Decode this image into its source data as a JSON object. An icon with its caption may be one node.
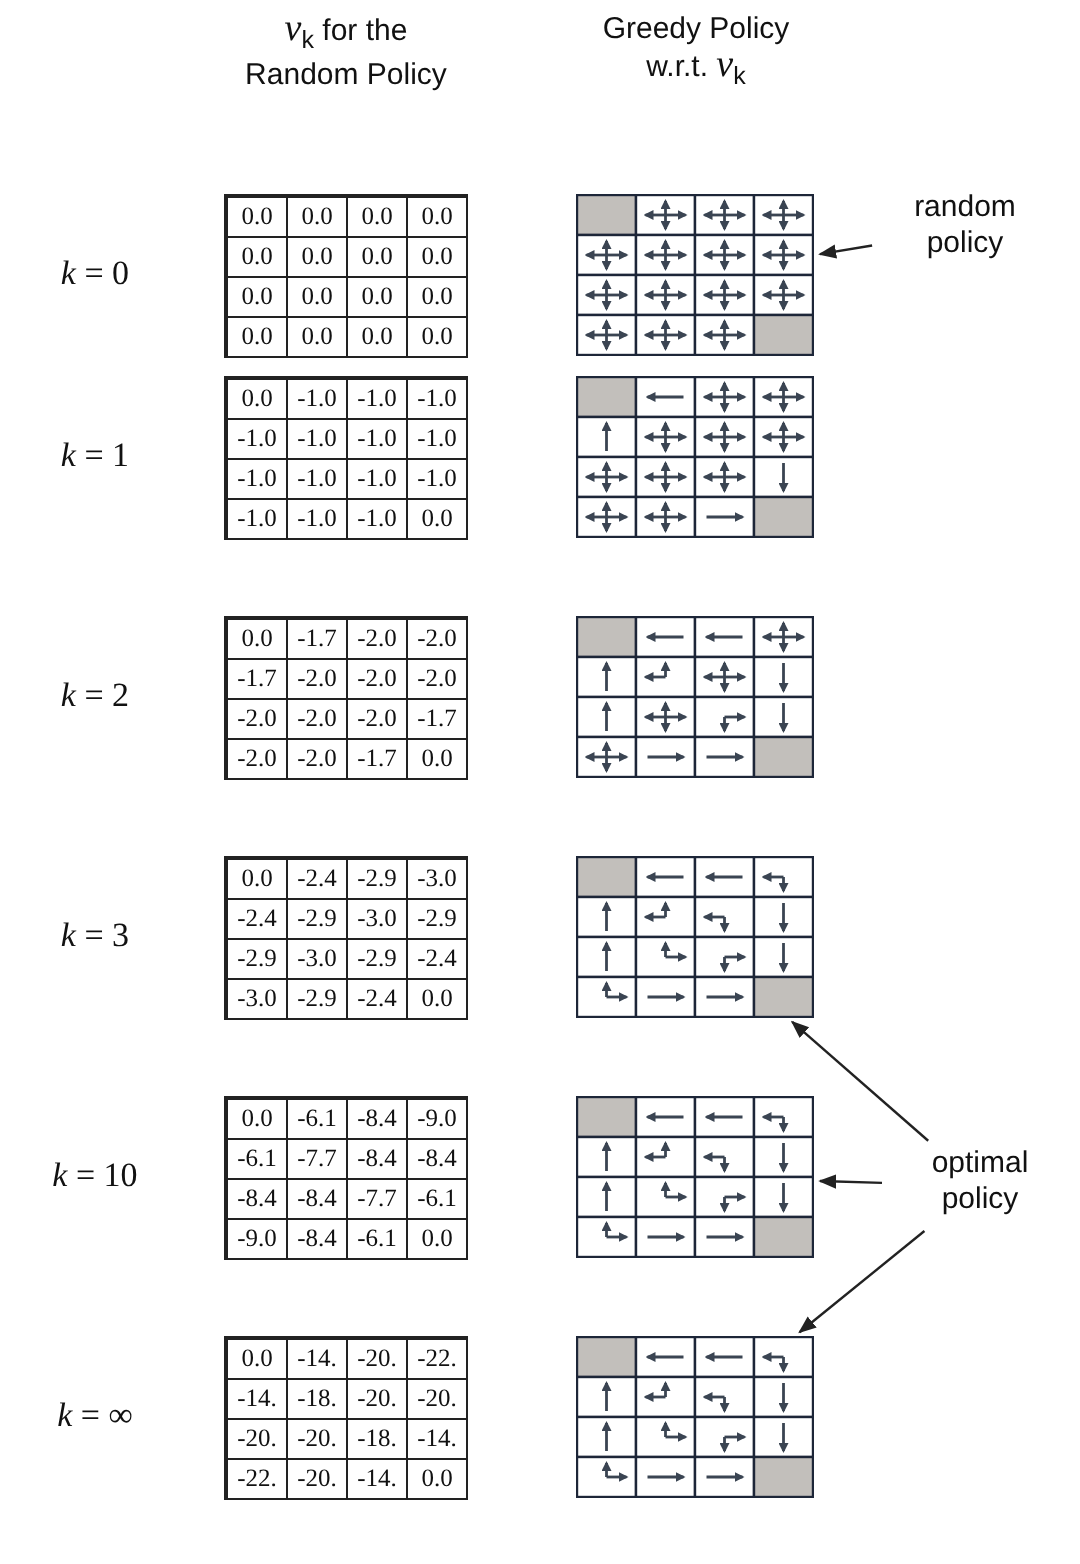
{
  "diagram": {
    "nodes": [
      {
        "text": [],
        "shape": "box"
      },
      {
        "text": [
          "random policy"
        ]
      },
      {
        "text": [],
        "shape": "box"
      },
      {
        "text": [],
        "shape": "box"
      },
      {
        "text": [],
        "shape": "box"
      },
      {
        "text": [
          "optimal policy"
        ]
      },
      {
        "text": [],
        "shape": "box"
      },
      {
        "text": [],
        "shape": "box"
      }
    ],
    "edges": [
      {
        "from": 1,
        "to": 0,
        "arrow": "to"
      },
      {
        "from": 5,
        "to": 4,
        "arrow": "to"
      },
      {
        "from": 5,
        "to": 6,
        "arrow": "to"
      },
      {
        "from": 5,
        "to": 7,
        "arrow": "to"
      }
    ],
    "labels": [
      "*v*$_{k}$ for the Random Policy",
      "Greedy Policy w.r.t. *v*$_{k}$",
      "*k* = 0",
      "0.0",
      "0.0",
      "0.0",
      "0.0",
      "0.0",
      "0.0",
      "0.0",
      "0.0",
      "0.0",
      "0.0",
      "0.0",
      "0.0",
      "0.0",
      "0.0",
      "0.0",
      "0.0",
      "*k* = 1",
      "0.0",
      "-1.0",
      "-1.0",
      "-1.0",
      "-1.0",
      "-1.0",
      "-1.0",
      "-1.0",
      "-1.0",
      "-1.0",
      "-1.0",
      "-1.0",
      "-1.0",
      "-1.0",
      "-1.0",
      "0.0",
      "*k* = 2",
      "0.0",
      "-1.7",
      "-2.0",
      "-2.0",
      "-1.7",
      "-2.0",
      "-2.0",
      "-2.0",
      "-2.0",
      "-2.0",
      "-2.0",
      "-1.7",
      "-2.0",
      "-2.0",
      "-1.7",
      "0.0",
      "*k* = 3",
      "0.0",
      "-2.4",
      "-2.9",
      "-3.0",
      "-2.4",
      "-2.9",
      "-3.0",
      "-2.9",
      "-2.9",
      "-3.0",
      "-2.9",
      "-2.4",
      "-3.0",
      "-2.9",
      "-2.4",
      "0.0",
      "*k* = 10",
      "0.0",
      "-6.1",
      "-8.4",
      "-9.0",
      "-6.1",
      "-7.7",
      "-8.4",
      "-8.4",
      "-8.4",
      "-8.4",
      "-7.7",
      "-6.1",
      "-9.0",
      "-8.4",
      "-6.1",
      "0.0",
      "*k* = ∞",
      "0.0",
      "-14.",
      "-20.",
      "-22.",
      "-14.",
      "-18.",
      "-20.",
      "-20.",
      "-20.",
      "-20.",
      "-18.",
      "-14.",
      "-22.",
      "-20.",
      "-14.",
      "0.0"
    ]
  }
}
